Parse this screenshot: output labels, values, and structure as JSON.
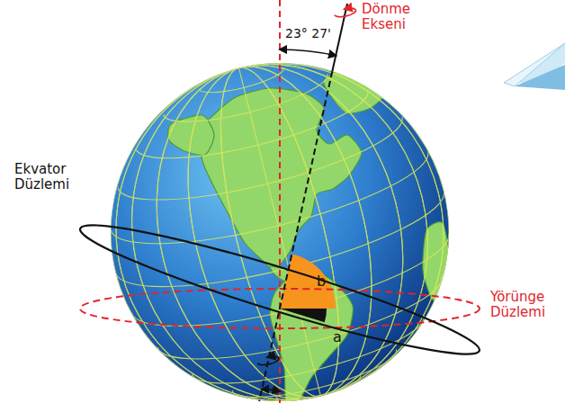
{
  "diagram": {
    "labels": [
      "Dönme Ekseni",
      "23° 27'",
      "Ekvator Düzlemi",
      "Yörünge Düzlemi",
      "b",
      "a"
    ]
  }
}
